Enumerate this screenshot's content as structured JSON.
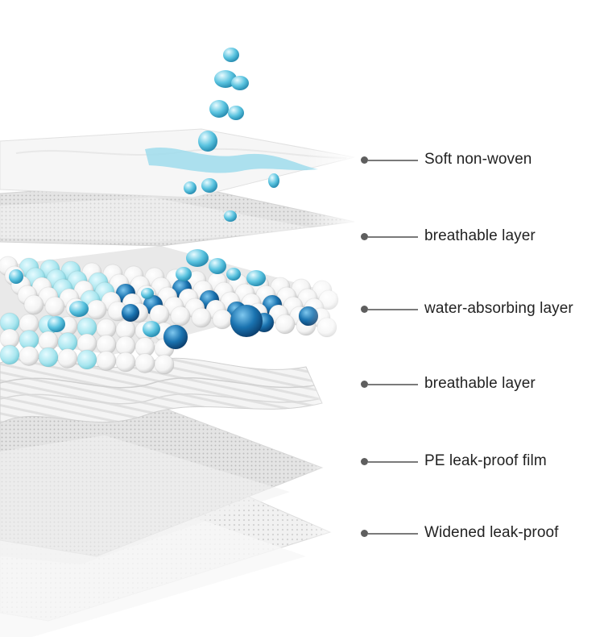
{
  "layers": [
    {
      "label": "Soft non-woven"
    },
    {
      "label": "breathable layer"
    },
    {
      "label": "water-absorbing layer"
    },
    {
      "label": "breathable layer"
    },
    {
      "label": "PE leak-proof film"
    },
    {
      "label": "Widened leak-proof"
    }
  ],
  "colors": {
    "water": "#5bc4e0",
    "dark_bead": "#1a73b0",
    "light_bead": "#a9e6ef",
    "white_bead": "#ffffff",
    "callout": "#5e5e5e",
    "text": "#222222"
  }
}
